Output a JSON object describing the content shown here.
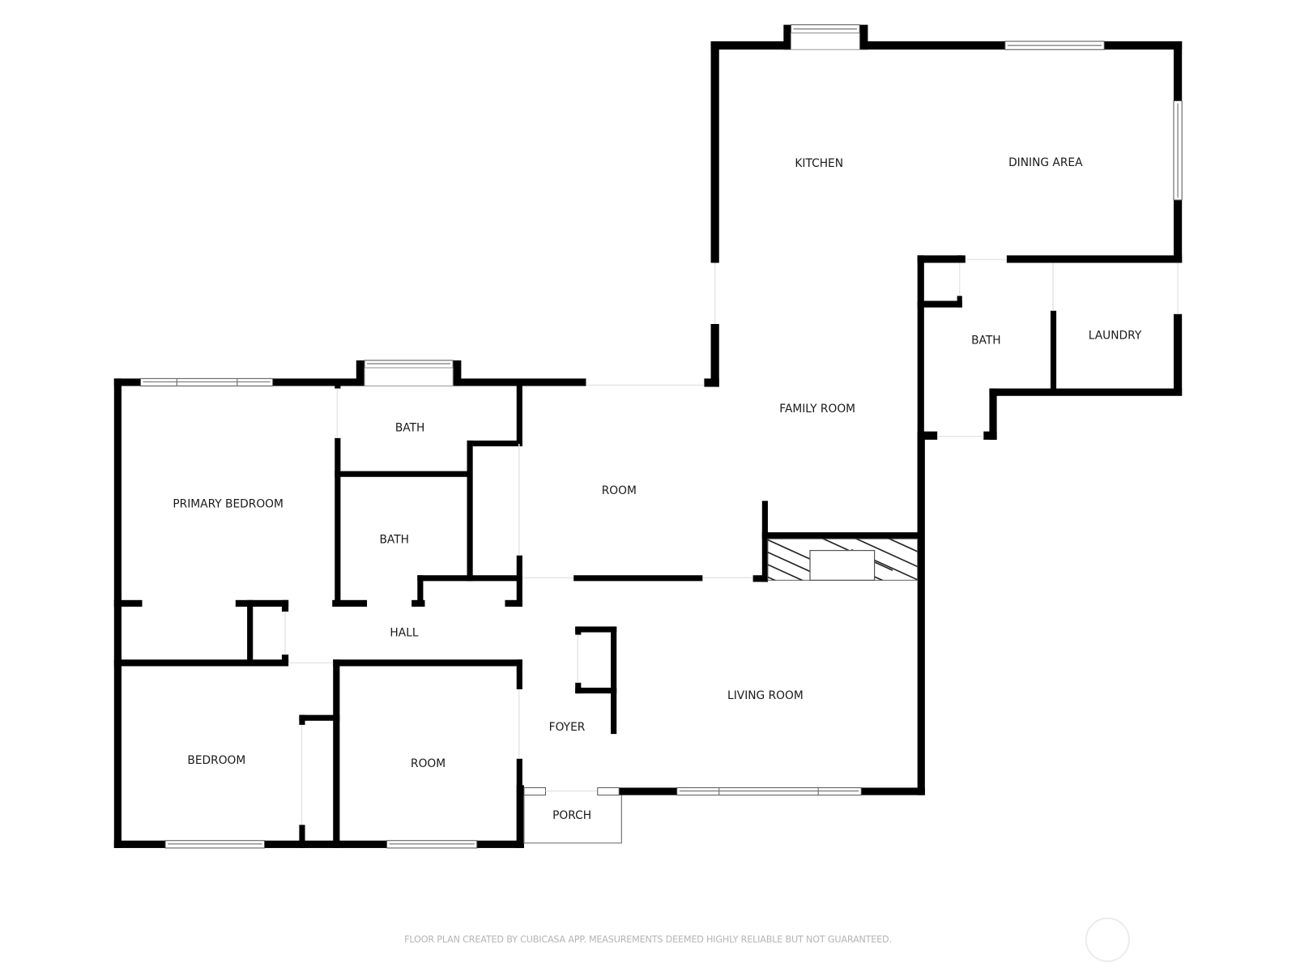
{
  "floor_plan": {
    "rooms": [
      {
        "id": "kitchen",
        "label": "KITCHEN"
      },
      {
        "id": "dining-area",
        "label": "DINING AREA"
      },
      {
        "id": "bath-east",
        "label": "BATH"
      },
      {
        "id": "laundry",
        "label": "LAUNDRY"
      },
      {
        "id": "family-room",
        "label": "FAMILY ROOM"
      },
      {
        "id": "bath-upper",
        "label": "BATH"
      },
      {
        "id": "primary-bedroom",
        "label": "PRIMARY BEDROOM"
      },
      {
        "id": "bath-lower",
        "label": "BATH"
      },
      {
        "id": "room-center",
        "label": "ROOM"
      },
      {
        "id": "hall",
        "label": "HALL"
      },
      {
        "id": "living-room",
        "label": "LIVING ROOM"
      },
      {
        "id": "foyer",
        "label": "FOYER"
      },
      {
        "id": "bedroom",
        "label": "BEDROOM"
      },
      {
        "id": "room-south",
        "label": "ROOM"
      },
      {
        "id": "porch",
        "label": "PORCH"
      }
    ],
    "colors": {
      "wall": "#000000",
      "window_stroke": "#555555",
      "footer_text": "#b5b5b5",
      "background": "#ffffff"
    }
  },
  "footer": {
    "disclaimer": "FLOOR PLAN CREATED BY CUBICASA APP. MEASUREMENTS DEEMED HIGHLY RELIABLE BUT NOT GUARANTEED."
  },
  "compass": {
    "icon": "compass-icon"
  }
}
